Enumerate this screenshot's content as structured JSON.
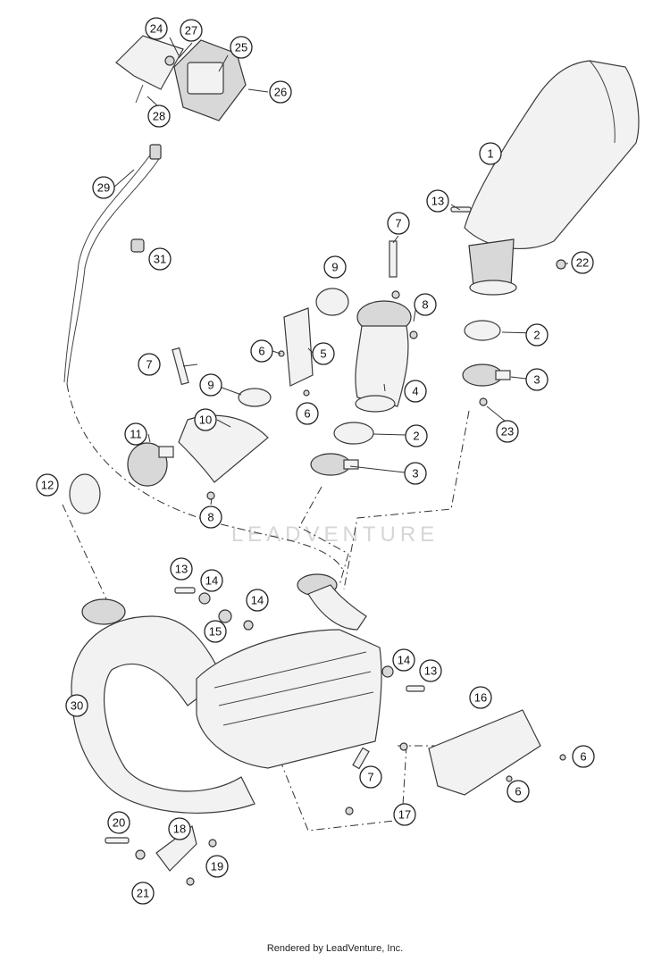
{
  "watermark": "LEADVENTURE",
  "footer": "Rendered by LeadVenture, Inc.",
  "callouts": {
    "c1": "1",
    "c2a": "2",
    "c2b": "2",
    "c3a": "3",
    "c3b": "3",
    "c4": "4",
    "c5": "5",
    "c6a": "6",
    "c6b": "6",
    "c6c": "6",
    "c6d": "6",
    "c7a": "7",
    "c7b": "7",
    "c7c": "7",
    "c8a": "8",
    "c8b": "8",
    "c9a": "9",
    "c9b": "9",
    "c10": "10",
    "c11": "11",
    "c12": "12",
    "c13a": "13",
    "c13b": "13",
    "c13c": "13",
    "c14a": "14",
    "c14b": "14",
    "c14c": "14",
    "c15": "15",
    "c16": "16",
    "c17": "17",
    "c18": "18",
    "c19": "19",
    "c20": "20",
    "c21": "21",
    "c22": "22",
    "c23": "23",
    "c24": "24",
    "c25": "25",
    "c26": "26",
    "c27": "27",
    "c28": "28",
    "c29": "29",
    "c30": "30",
    "c31": "31"
  }
}
